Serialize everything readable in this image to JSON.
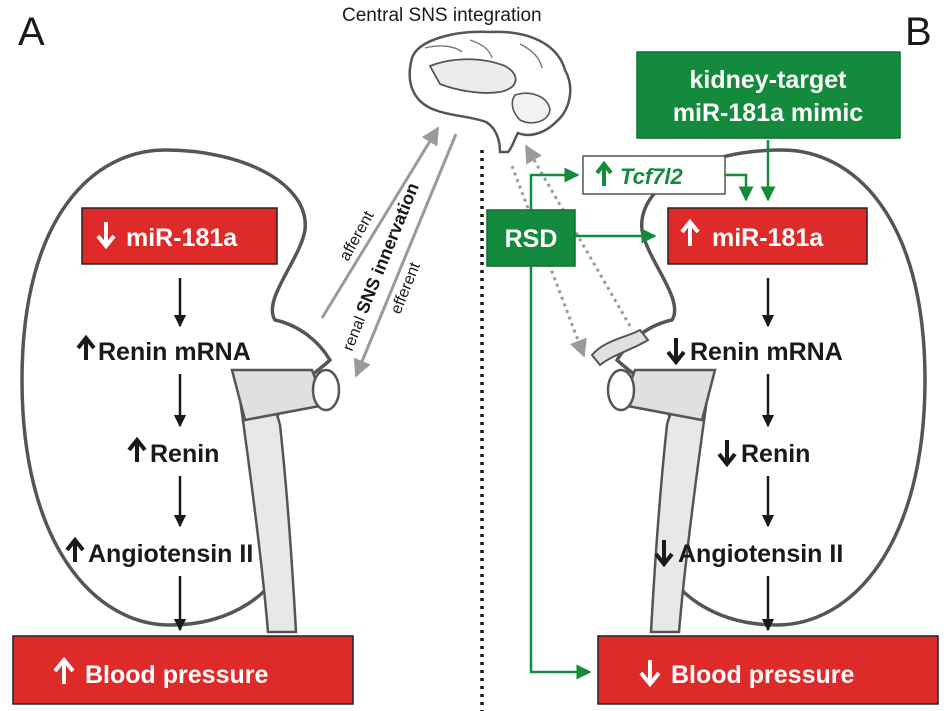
{
  "panel_a": {
    "letter": "A",
    "top_box": "miR-181a",
    "step1": "Renin mRNA",
    "step2": "Renin",
    "step3": "Angiotensin II",
    "bottom_box": "Blood pressure"
  },
  "panel_b": {
    "letter": "B",
    "mimic_line1": "kidney-target",
    "mimic_line2": "miR-181a mimic",
    "tcf_label": "Tcf7l2",
    "rsd_label": "RSD",
    "top_box": "miR-181a",
    "step1": "Renin mRNA",
    "step2": "Renin",
    "step3": "Angiotensin II",
    "bottom_box": "Blood pressure"
  },
  "brain": {
    "title": "Central SNS integration"
  },
  "nerve": {
    "afferent": "afferent",
    "efferent": "efferent",
    "renal_prefix": "renal ",
    "renal_bold": "SNS innervation"
  },
  "colors": {
    "red": "#df2a2a",
    "green": "#138a3c",
    "black": "#1a1a1a",
    "gray": "#9a9a9a",
    "organ_stroke": "#555555"
  }
}
